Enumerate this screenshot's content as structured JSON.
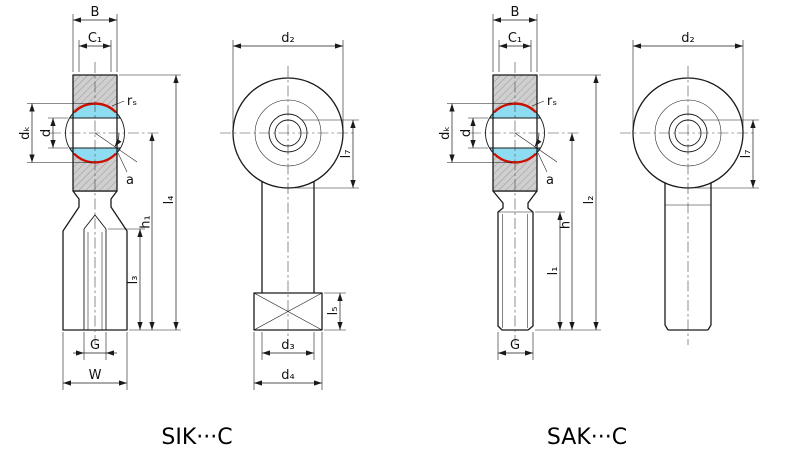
{
  "figures": {
    "left": {
      "title": "SIK···C"
    },
    "right": {
      "title": "SAK···C"
    }
  },
  "dims": {
    "B": "B",
    "C1": "C₁",
    "rs": "rₛ",
    "dk": "dₖ",
    "d": "d",
    "a": "a",
    "G": "G",
    "W": "W",
    "h1": "h₁",
    "l3": "l₃",
    "l4": "l₄",
    "d2": "d₂",
    "l7": "l₇",
    "d3": "d₃",
    "d4": "d₄",
    "l5": "l₅",
    "h": "h",
    "l1": "l₁",
    "l2": "l₂"
  },
  "colors": {
    "ball": "#8edcf2",
    "seal": "#cc1100",
    "housing": "#cfcfcf",
    "line": "#1a1a1a"
  }
}
